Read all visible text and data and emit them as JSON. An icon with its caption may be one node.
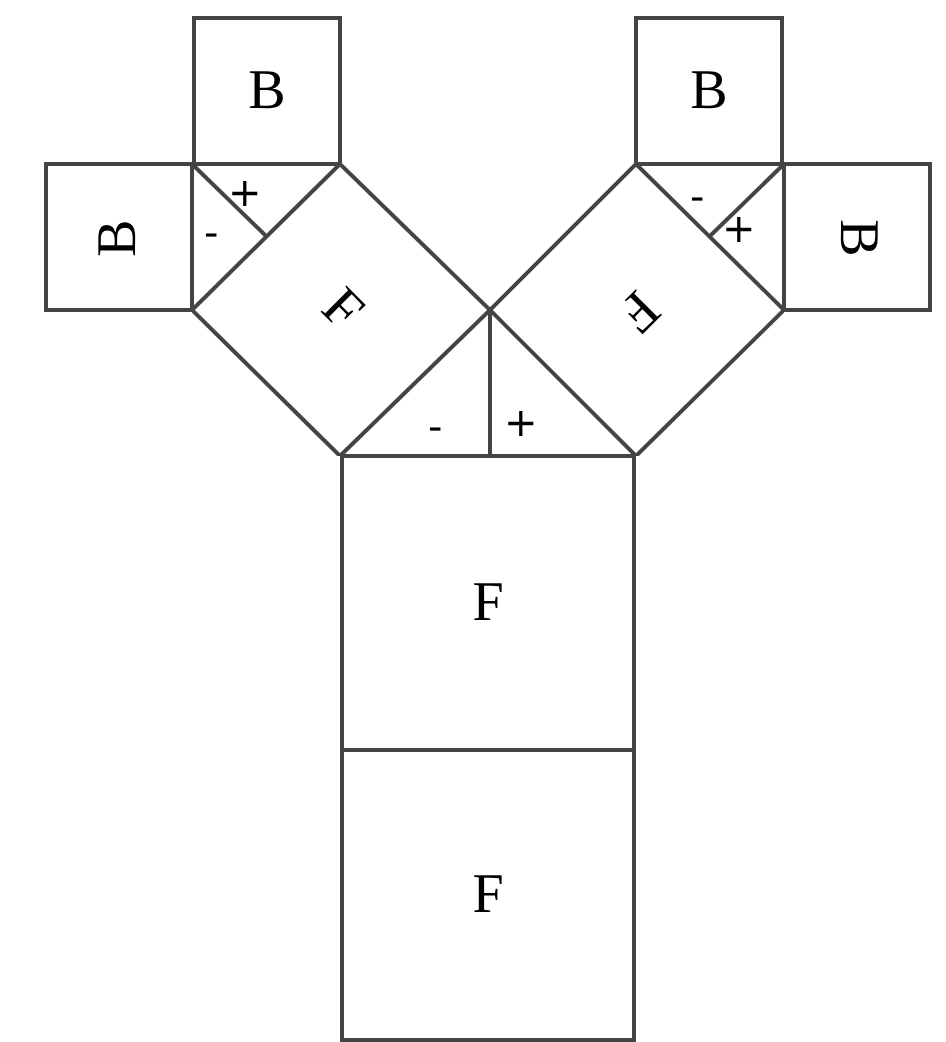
{
  "diagram": {
    "nodes": [
      {
        "text": [
          "B"
        ]
      },
      {
        "text": [
          "B"
        ]
      },
      {
        "text": [
          "B"
        ]
      },
      {
        "text": [
          "B"
        ]
      },
      {
        "text": [
          "F"
        ]
      },
      {
        "text": [
          "F"
        ]
      },
      {
        "text": [
          "F"
        ]
      },
      {
        "text": [
          "F"
        ]
      }
    ],
    "labels": [
      "+",
      "-",
      "-",
      "+",
      "-",
      "+"
    ]
  }
}
